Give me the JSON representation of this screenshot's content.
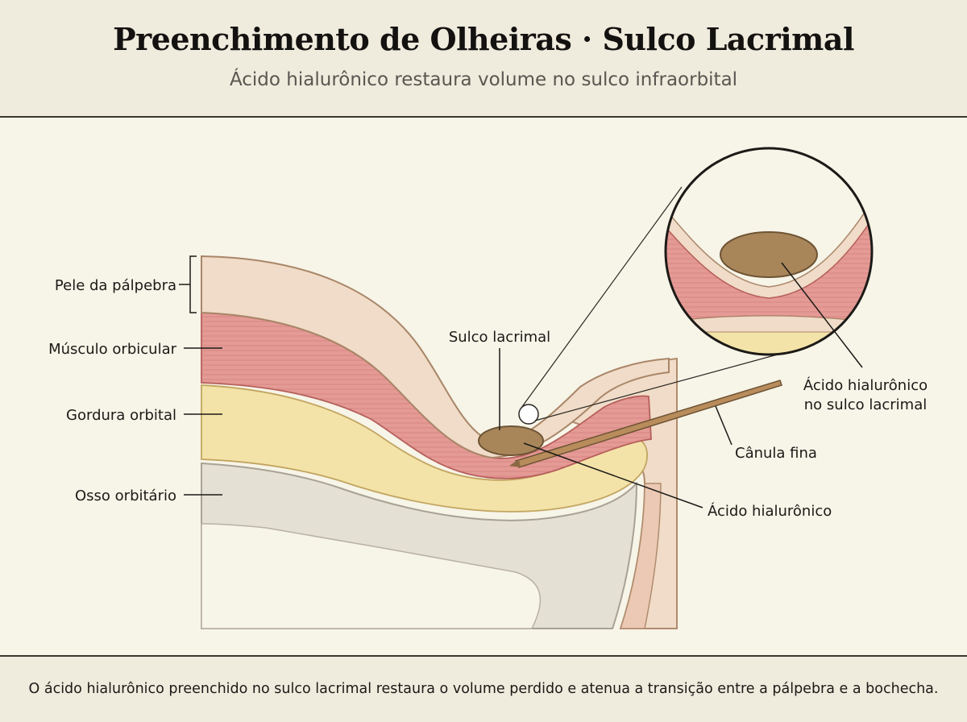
{
  "header": {
    "title": "Preenchimento de Olheiras · Sulco Lacrimal",
    "subtitle": "Ácido hialurônico restaura volume no sulco infraorbital"
  },
  "labels": {
    "skin": "Pele da pálpebra",
    "muscle": "Músculo orbicular",
    "fat": "Gordura orbital",
    "bone": "Osso orbitário",
    "groove": "Sulco lacrimal",
    "zoom_line1": "Ácido hialurônico",
    "zoom_line2": "no sulco lacrimal",
    "cannula": "Cânula fina",
    "filler": "Ácido hialurônico"
  },
  "footer": {
    "caption": "O ácido hialurônico preenchido no sulco lacrimal restaura o volume perdido e atenua a transição entre a pálpebra e a bochecha."
  },
  "colors": {
    "skin": "#f0dcc8",
    "muscle": "#e49a95",
    "fat": "#f3e3a8",
    "bone": "#e4e0d3",
    "filler": "#a9865a",
    "cannula": "#b98c5c"
  }
}
